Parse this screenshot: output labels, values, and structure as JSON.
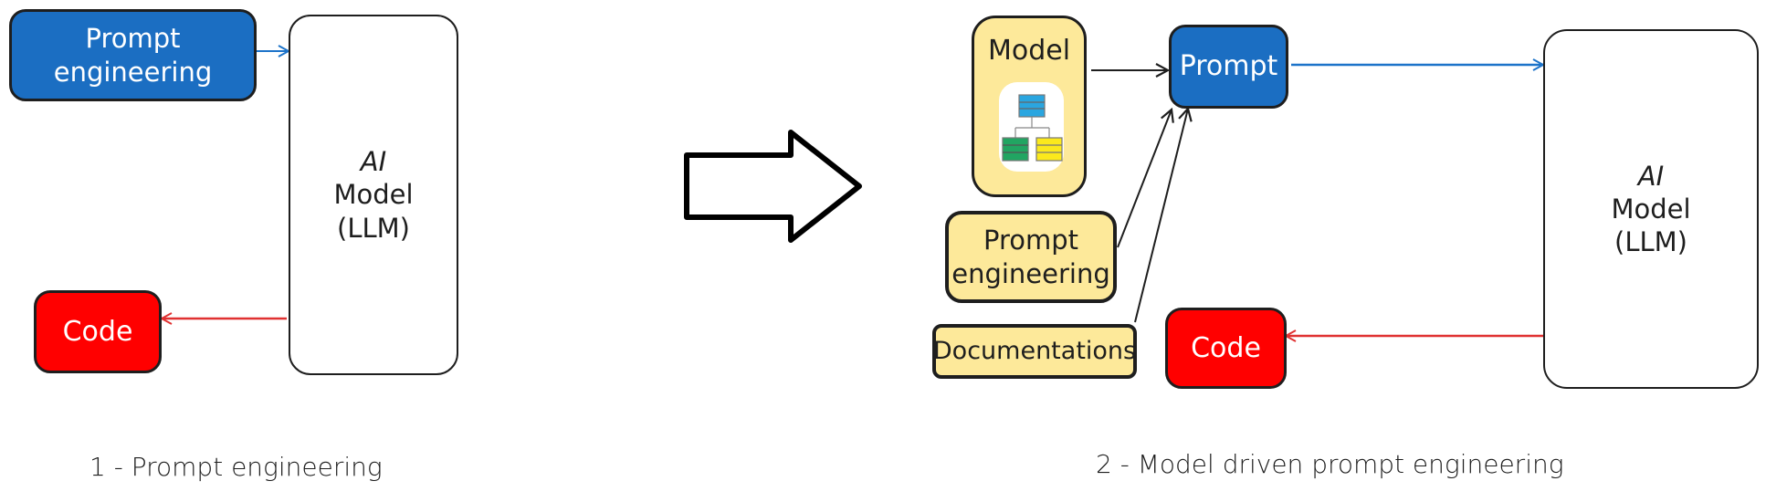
{
  "colors": {
    "blue": "#1b6ec2",
    "red": "#ff0000",
    "yellow": "#fde99a",
    "stroke": "#1e1e1e",
    "arrow_blue": "#1c73c9",
    "arrow_red": "#e03131",
    "icon_blue": "#2aa6e0",
    "icon_green": "#21a562",
    "icon_yellow": "#fbe91c"
  },
  "left_diagram": {
    "prompt_box": {
      "line1": "Prompt",
      "line2": "engineering"
    },
    "ai_box": {
      "line1": "AI",
      "line2": "Model",
      "line3": "(LLM)"
    },
    "code_box": {
      "label": "Code"
    },
    "caption": "1 - Prompt engineering"
  },
  "transition_arrow": {
    "icon": "block-arrow-right-icon"
  },
  "right_diagram": {
    "model_box": {
      "label": "Model",
      "icon": "hierarchy-diagram-icon"
    },
    "prompt_engineering_box": {
      "line1": "Prompt",
      "line2": "engineering"
    },
    "documentations_box": {
      "label": "Documentations"
    },
    "prompt_box": {
      "label": "Prompt"
    },
    "ai_box": {
      "line1": "AI",
      "line2": "Model",
      "line3": "(LLM)"
    },
    "code_box": {
      "label": "Code"
    },
    "caption": "2 - Model driven prompt engineering"
  }
}
